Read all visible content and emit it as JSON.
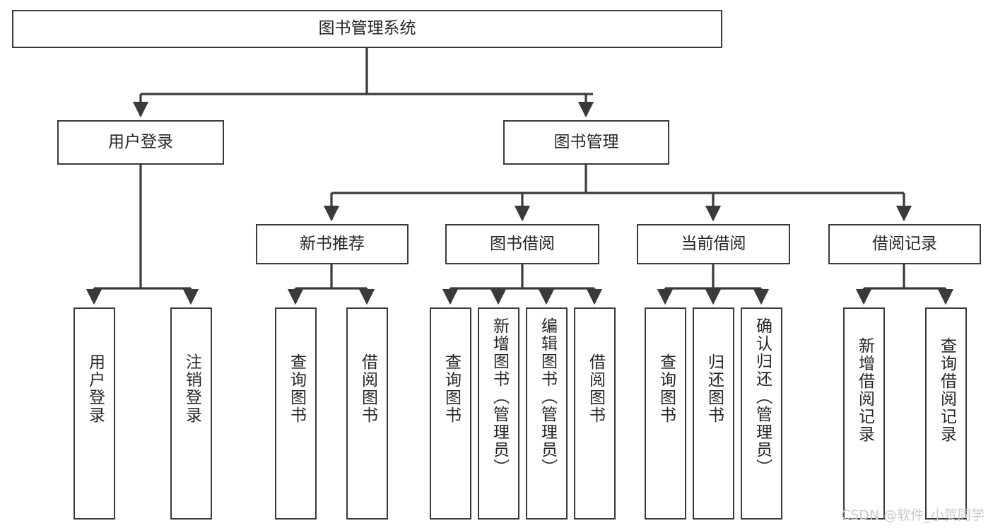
{
  "diagram": {
    "title": "图书管理系统",
    "type": "tree-hierarchy-chart",
    "orientation": "top-down",
    "stroke_color": "#3a3a3a",
    "text_color": "#262626",
    "background_color": "#ffffff"
  },
  "nodes": {
    "root": {
      "label": "图书管理系统"
    },
    "level2": [
      {
        "label": "用户登录"
      },
      {
        "label": "图书管理"
      }
    ],
    "level3": [
      {
        "label": "新书推荐"
      },
      {
        "label": "图书借阅"
      },
      {
        "label": "当前借阅"
      },
      {
        "label": "借阅记录"
      }
    ],
    "leaves_user_login": [
      {
        "label": "用户登录"
      },
      {
        "label": "注销登录"
      }
    ],
    "leaves_new_book": [
      {
        "label": "查询图书"
      },
      {
        "label": "借阅图书"
      }
    ],
    "leaves_borrow": [
      {
        "label": "查询图书"
      },
      {
        "label": "新增图书（管理员）"
      },
      {
        "label": "编辑图书（管理员）"
      },
      {
        "label": "借阅图书"
      }
    ],
    "leaves_current": [
      {
        "label": "查询图书"
      },
      {
        "label": "归还图书"
      },
      {
        "label": "确认归还（管理员）"
      }
    ],
    "leaves_records": [
      {
        "label": "新增借阅记录"
      },
      {
        "label": "查询借阅记录"
      }
    ]
  },
  "watermark": {
    "text": "CSDN @软件_小贺同学"
  }
}
